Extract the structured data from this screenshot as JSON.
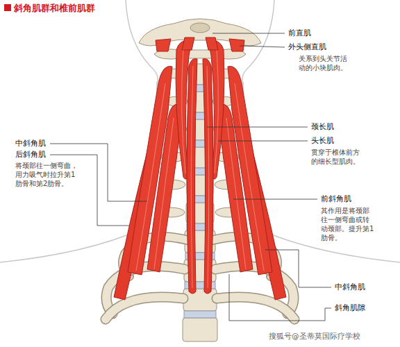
{
  "diagram": {
    "title": "斜角肌群和椎前肌群",
    "labels": [
      "前直肌",
      "外头侧直肌",
      "关系到头关节活 动的小块肌肉。",
      "颈长肌",
      "头长肌",
      "贯穿于椎体前方 的细长型肌肉。",
      "前斜角肌",
      "其作用是将颈部 往一侧弯曲或转 动颈部。提升第1 肋骨。",
      "中斜角肌",
      "斜角肌隙",
      "中斜角肌",
      "后斜角肌",
      "将颈部往一侧弯曲， 用力吸气时拉升第1 肋骨和第2肋骨。",
      "搜狐号@圣蒂莫国际疗学校"
    ]
  }
}
